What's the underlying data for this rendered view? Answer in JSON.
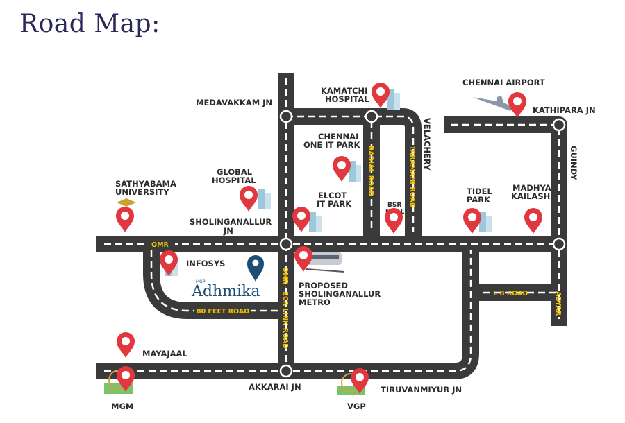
{
  "title": "Road Map:",
  "colors": {
    "road": "#3a3a3a",
    "pin": "#e0383e",
    "brand": "#1e4e74",
    "road_label": "#f2c200",
    "title": "#2a2858"
  },
  "roads": {
    "omr": "OMR",
    "radial": "RADIAL ROAD",
    "taramani": "TARAMANI ROAD",
    "omr_ecr": "OMR - ECR LINK ROAD",
    "feet80": "80 FEET ROAD",
    "lb": "L B ROAD",
    "adyar": "ADYAR",
    "velachery": "VELACHERY",
    "guindy": "GUINDY"
  },
  "junctions": {
    "medavakkam": "MEDAVAKKAM JN",
    "kathipara": "KATHIPARA JN",
    "sholinganallur": [
      "SHOLINGANALLUR",
      "JN"
    ],
    "akkarai": "AKKARAI JN",
    "tiruvanmiyur": "TIRUVANMIYUR JN"
  },
  "places": {
    "kamatchi": [
      "KAMATCHI",
      "HOSPITAL"
    ],
    "airport": "CHENNAI AIRPORT",
    "one_it": [
      "CHENNAI",
      "ONE IT PARK"
    ],
    "global": [
      "GLOBAL",
      "HOSPITAL"
    ],
    "sathyabama": [
      "SATHYABAMA",
      "UNIVERSITY"
    ],
    "elcot": [
      "ELCOT",
      "IT PARK"
    ],
    "bsr": [
      "BSR",
      "MALL"
    ],
    "tidel": [
      "TIDEL",
      "PARK"
    ],
    "madhya": [
      "MADHYA",
      "KAILASH"
    ],
    "infosys": "INFOSYS",
    "metro": [
      "PROPOSED",
      "SHOLINGANALLUR",
      "METRO"
    ],
    "mayajaal": "MAYAJAAL",
    "mgm": "MGM",
    "vgp": "VGP"
  },
  "project": {
    "brand_small": "MGP",
    "brand": "Adhmika"
  }
}
